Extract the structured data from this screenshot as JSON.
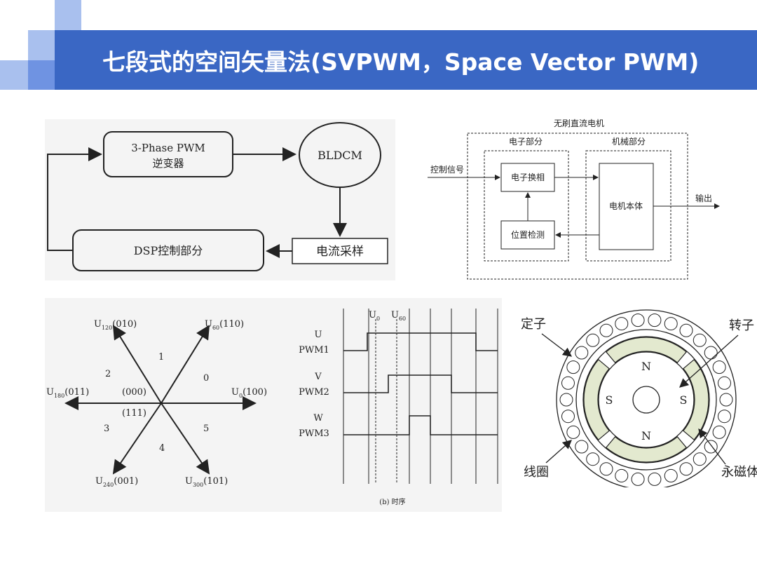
{
  "title": "七段式的空间矢量法(SVPWM，Space Vector PWM)",
  "block_diagram": {
    "inverter_line1": "3-Phase PWM",
    "inverter_line2": "逆变器",
    "motor": "BLDCM",
    "dsp": "DSP控制部分",
    "sampling": "电流采样"
  },
  "bldc_structure": {
    "outer_label": "无刷直流电机",
    "electronic_label": "电子部分",
    "mechanical_label": "机械部分",
    "control_signal": "控制信号",
    "commutation": "电子换相",
    "position_detect": "位置检测",
    "motor_body": "电机本体",
    "output": "输出"
  },
  "vector_diagram": {
    "u120": "U",
    "u120_sub": "120",
    "u120_code": "(010)",
    "u60": "U",
    "u60_sub": "60",
    "u60_code": "(110)",
    "u180": "U",
    "u180_sub": "180",
    "u180_code": "(011)",
    "u0": "U",
    "u0_sub": "0",
    "u0_code": "(100)",
    "u240": "U",
    "u240_sub": "240",
    "u240_code": "(001)",
    "u300": "U",
    "u300_sub": "300",
    "u300_code": "(101)",
    "zero1": "(000)",
    "zero2": "(111)",
    "sectors": [
      "1",
      "0",
      "2",
      "3",
      "4",
      "5"
    ]
  },
  "pwm_diagram": {
    "u0_label": "U",
    "u0_sub": "0",
    "u60_label": "U",
    "u60_sub": "60",
    "phase_u": "U",
    "pwm1": "PWM1",
    "phase_v": "V",
    "pwm2": "PWM2",
    "phase_w": "W",
    "pwm3": "PWM3",
    "caption": "(b) 时序"
  },
  "motor_cross_section": {
    "stator": "定子",
    "rotor": "转子",
    "coil": "线圈",
    "magnet": "永磁体",
    "pole_n_top": "N",
    "pole_s_left": "S",
    "pole_s_right": "S",
    "pole_n_bottom": "N"
  },
  "colors": {
    "title_bar": "#3a67c4",
    "decor_dark": "#3f6fd0",
    "decor_mid": "#6f93e2",
    "decor_light": "#a9c0ee"
  }
}
